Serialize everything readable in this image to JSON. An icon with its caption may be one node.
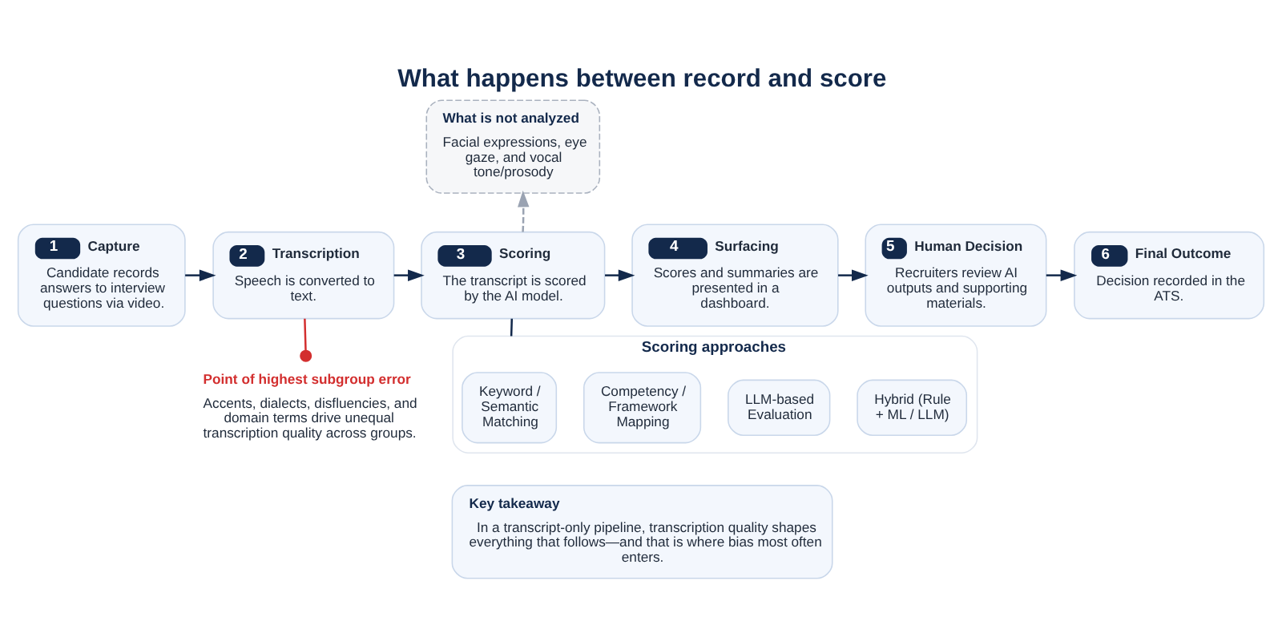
{
  "diagram": {
    "title": "What happens between record and score",
    "nodes": [
      {
        "text": [
          "1",
          "Capture",
          "Candidate records answers to interview questions via video."
        ]
      },
      {
        "text": [
          "2",
          "Transcription",
          "Speech is converted to text."
        ]
      },
      {
        "text": [
          "3",
          "Scoring",
          "The transcript is scored by the AI model."
        ]
      },
      {
        "text": [
          "4",
          "Surfacing",
          "Scores and summaries are presented in a dashboard."
        ]
      },
      {
        "text": [
          "5",
          "Human Decision",
          "Recruiters review AI outputs and supporting materials."
        ]
      },
      {
        "text": [
          "6",
          "Final Outcome",
          "Decision recorded in the ATS."
        ]
      },
      {
        "text": [
          "What is not analyzed",
          "Facial expressions, eye gaze, and vocal tone/prosody"
        ]
      },
      {
        "text": [
          "Point of highest subgroup error",
          "Accents, dialects, disfluencies, and domain terms drive unequal transcription quality across groups."
        ]
      },
      {
        "text": [
          "Scoring approaches"
        ]
      },
      {
        "text": [
          "Keyword / Semantic Matching"
        ],
        "in": 8
      },
      {
        "text": [
          "Competency / Framework Mapping"
        ],
        "in": 8
      },
      {
        "text": [
          "LLM-based Evaluation"
        ],
        "in": 8
      },
      {
        "text": [
          "Hybrid (Rule + ML / LLM)"
        ],
        "in": 8
      },
      {
        "text": [
          "Key takeaway",
          "In a transcript-only pipeline, transcription quality shapes everything that follows—and that is where bias most often enters."
        ]
      }
    ],
    "edges": [
      {
        "from": 0,
        "to": 1,
        "arrow": "to"
      },
      {
        "from": 1,
        "to": 2,
        "arrow": "to"
      },
      {
        "from": 2,
        "to": 3,
        "arrow": "to"
      },
      {
        "from": 3,
        "to": 4,
        "arrow": "to"
      },
      {
        "from": 4,
        "to": 5,
        "arrow": "to"
      },
      {
        "from": 2,
        "to": 6,
        "arrow": "to",
        "style": "dashed",
        "color": "#9aa3b2"
      },
      {
        "from": 1,
        "to": 7,
        "arrow": "other",
        "color": "#d32f2f"
      },
      {
        "from": 2,
        "to": 8,
        "arrow": "none"
      }
    ]
  }
}
